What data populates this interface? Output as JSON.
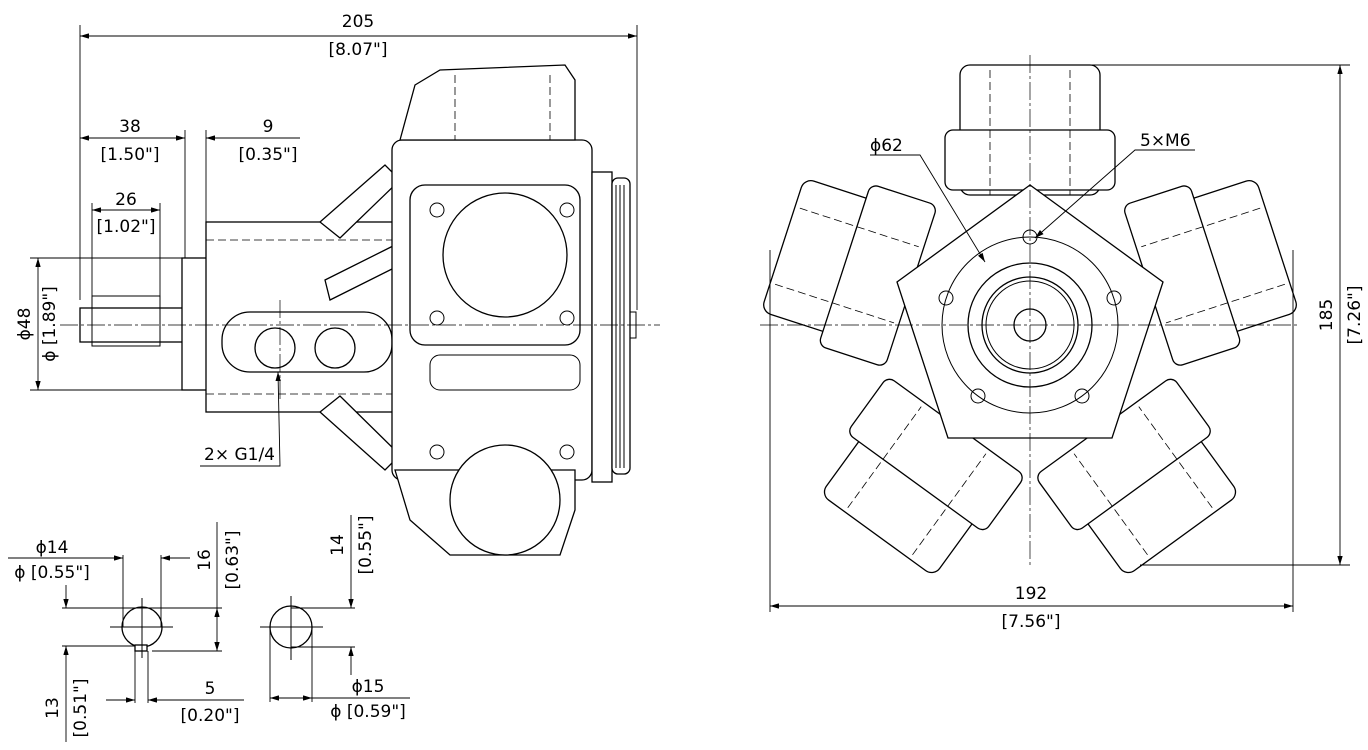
{
  "side_view": {
    "overall_length": {
      "mm": "205",
      "in": "[8.07\"]"
    },
    "shaft_length": {
      "mm": "38",
      "in": "[1.50\"]"
    },
    "flange_offset": {
      "mm": "9",
      "in": "[0.35\"]"
    },
    "key_length": {
      "mm": "26",
      "in": "[1.02\"]"
    },
    "pilot_diameter": {
      "mm": "ϕ48",
      "in": "ϕ [1.89\"]"
    },
    "ports_label": "2× G1/4"
  },
  "front_view": {
    "bolt_circle": "ϕ62",
    "threads_label": "5×M6",
    "height": {
      "mm": "185",
      "in": "[7.26\"]"
    },
    "width": {
      "mm": "192",
      "in": "[7.56\"]"
    }
  },
  "shaft_section_keyed": {
    "diameter": {
      "mm": "ϕ14",
      "in": "ϕ [0.55\"]"
    },
    "height": {
      "mm": "16",
      "in": "[0.63\"]"
    },
    "offset": {
      "mm": "13",
      "in": "[0.51\"]"
    },
    "key_width": {
      "mm": "5",
      "in": "[0.20\"]"
    }
  },
  "shaft_section_plain": {
    "height": {
      "mm": "14",
      "in": "[0.55\"]"
    },
    "diameter": {
      "mm": "ϕ15",
      "in": "ϕ [0.59\"]"
    }
  }
}
